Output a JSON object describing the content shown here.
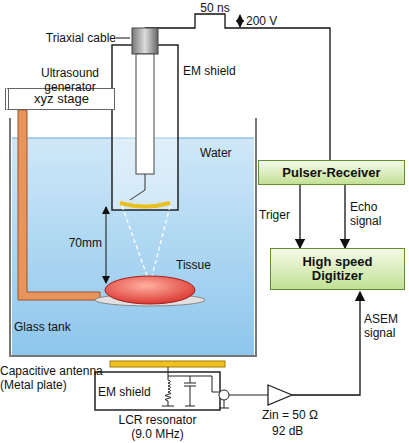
{
  "diagram": {
    "nodes": [
      {
        "text": [
          "xyz stage"
        ]
      },
      {
        "text": [
          "Pulser-Receiver"
        ]
      },
      {
        "text": [
          "High speed Digitizer"
        ]
      }
    ],
    "edges": [
      {
        "from": 1,
        "to": 2,
        "label": "Triger",
        "arrow": "to"
      },
      {
        "from": 1,
        "to": 2,
        "label": "Echo signal",
        "arrow": "to"
      }
    ],
    "labels": [
      "50 ns",
      "200 V",
      "Triaxial cable",
      "Ultrasound generator",
      "EM shield",
      "Water",
      "70mm",
      "Tissue",
      "Glass tank",
      "Capacitive antenna (Metal plate)",
      "EM shield",
      "LCR resonator (9.0 MHz)",
      "Zin = 50 Ω",
      "92 dB",
      "ASEM signal"
    ]
  }
}
